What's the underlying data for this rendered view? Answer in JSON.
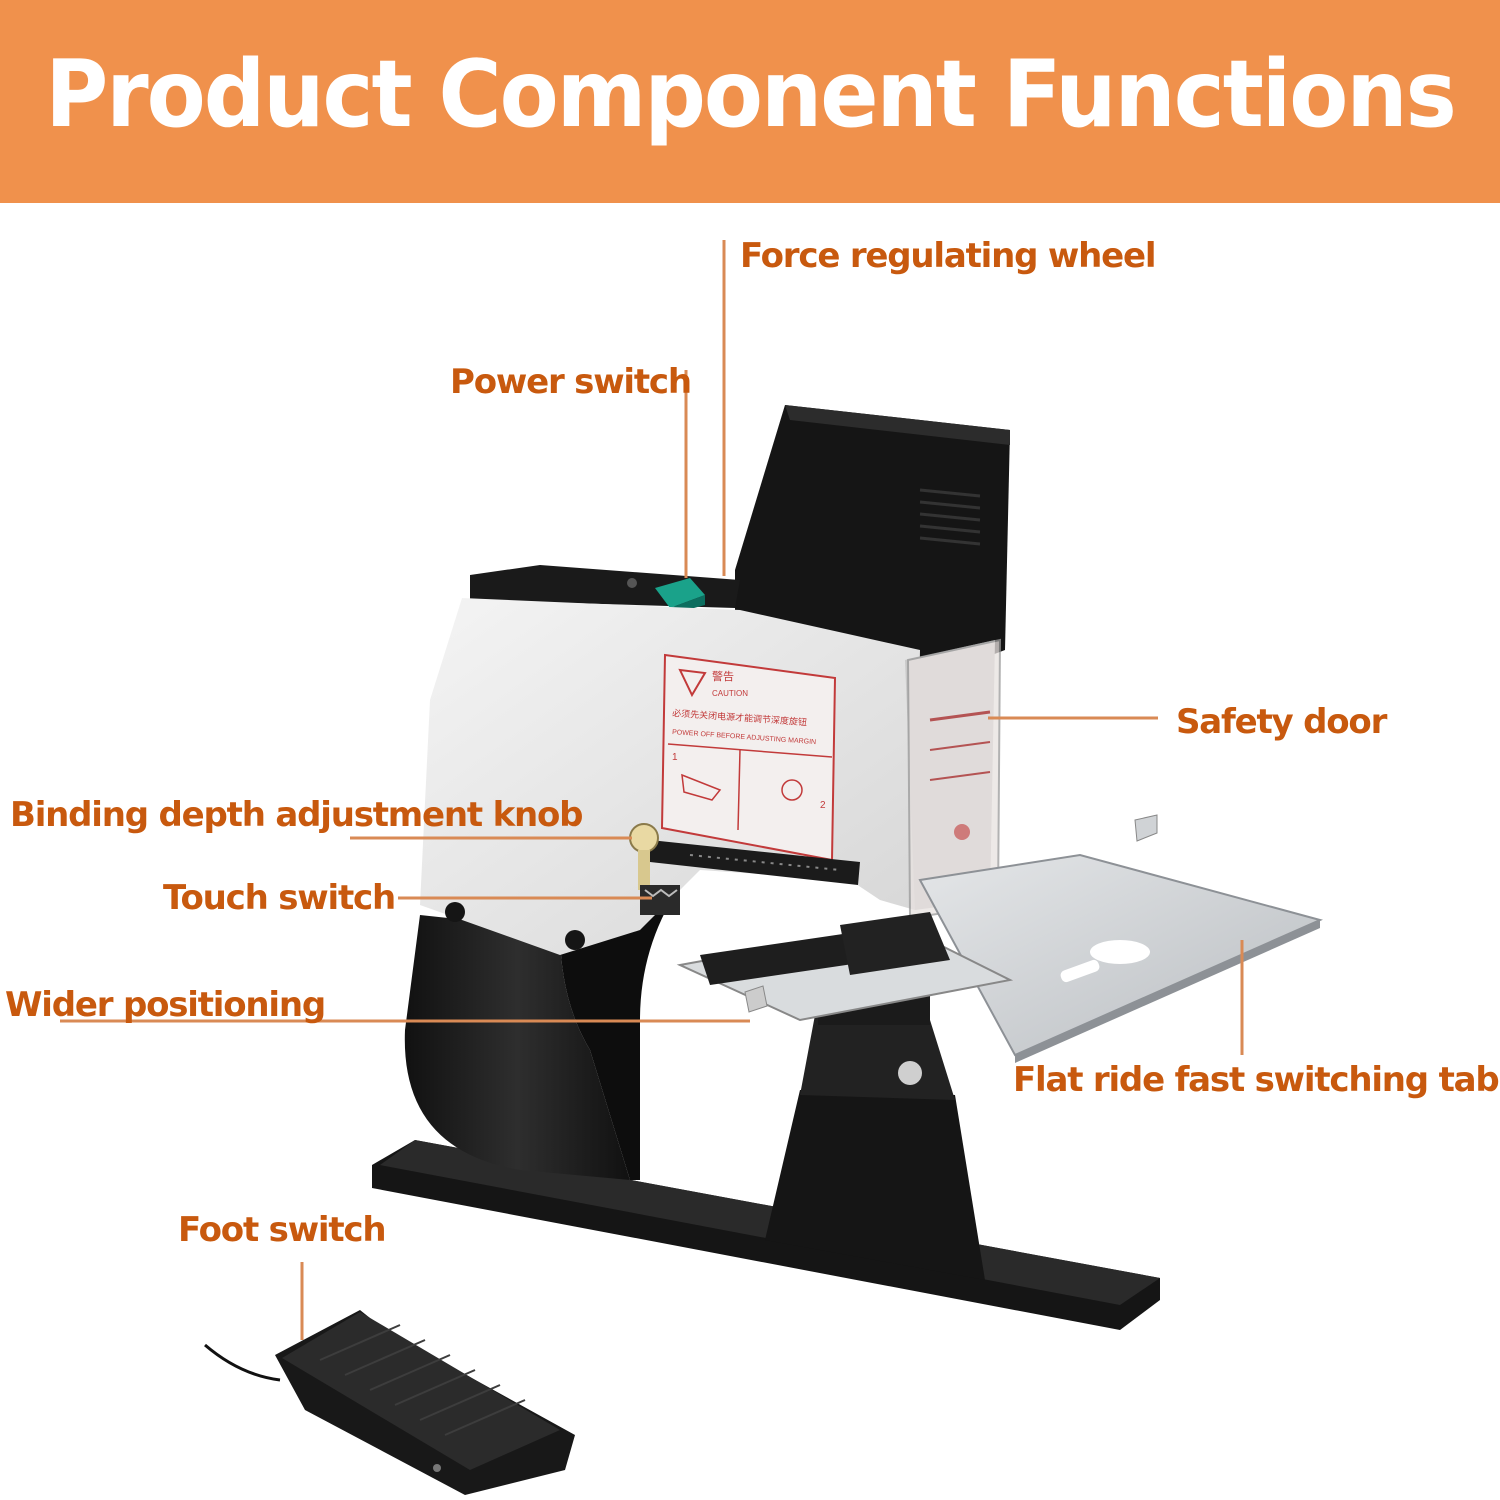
{
  "banner": {
    "title": "Product Component Functions"
  },
  "colors": {
    "banner": "#f0914c",
    "label": "#c8590e",
    "leader": "#d98a55",
    "body": "#1c1c1c",
    "panel": "#e6e6e6"
  },
  "labels": {
    "force_wheel": "Force regulating wheel",
    "power_switch": "Power switch",
    "safety_door": "Safety door",
    "depth_knob": "Binding depth adjustment knob",
    "touch_switch": "Touch switch",
    "wider_positioning": "Wider positioning",
    "table": "Flat ride fast switching table",
    "foot_switch": "Foot switch"
  },
  "device": {
    "caution_title": "警告",
    "caution_sub": "CAUTION",
    "caution_cn": "必须先关闭电源才能调节深度旋钮",
    "caution_en": "POWER OFF BEFORE ADJUSTING MARGIN",
    "step_1": "1",
    "step_2": "2"
  }
}
